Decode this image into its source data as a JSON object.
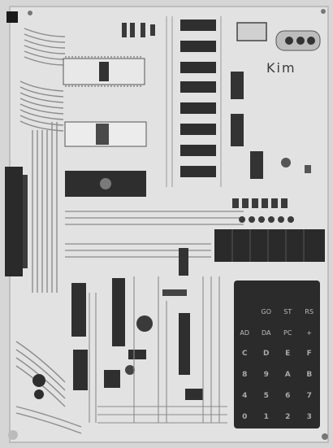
{
  "photo": {
    "brand_text": "Kim",
    "keypad_rows": [
      [
        "",
        "GO",
        "ST",
        "RS"
      ],
      [
        "AD",
        "DA",
        "PC",
        "+"
      ],
      [
        "C",
        "D",
        "E",
        "F"
      ],
      [
        "8",
        "9",
        "A",
        "B"
      ],
      [
        "4",
        "5",
        "6",
        "7"
      ],
      [
        "0",
        "1",
        "2",
        "3"
      ]
    ]
  }
}
